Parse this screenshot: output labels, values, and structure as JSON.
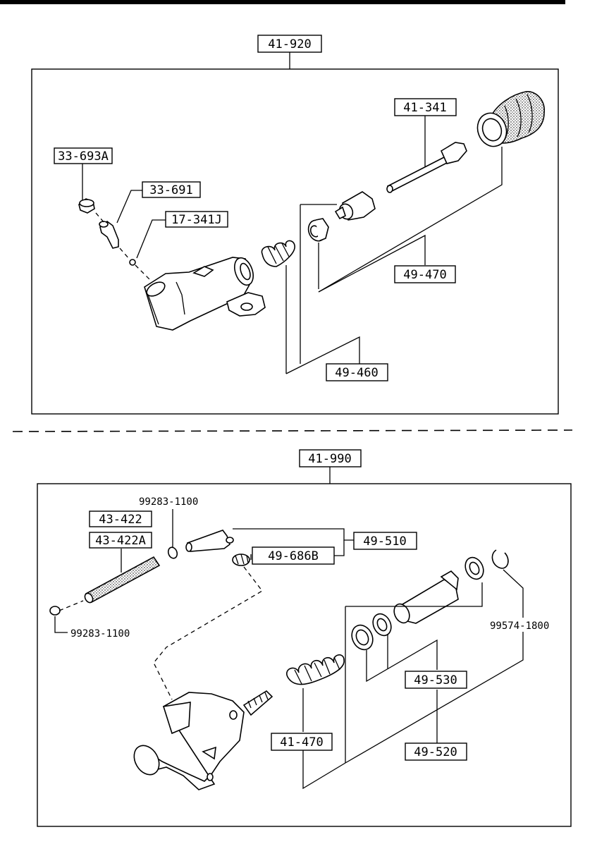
{
  "upper_assembly": {
    "assembly_label": "41-920",
    "labels": {
      "bleeder_cap": "33-693A",
      "bleeder_screw": "33-691",
      "steel_ball": "17-341J",
      "push_rod": "41-341",
      "piston_kit": "49-470",
      "repair_kit": "49-460"
    }
  },
  "lower_assembly": {
    "assembly_label": "41-990",
    "labels": {
      "hose_clip_top": "99283-1100",
      "hose": "43-422",
      "hose_alt": "43-422A",
      "hose_clip_bottom": "99283-1100",
      "reservoir_pipe": "49-510",
      "bushing": "49-686B",
      "snap_ring": "99574-1800",
      "spring": "41-470",
      "cup_kit": "49-530",
      "piston_kit": "49-520"
    }
  }
}
